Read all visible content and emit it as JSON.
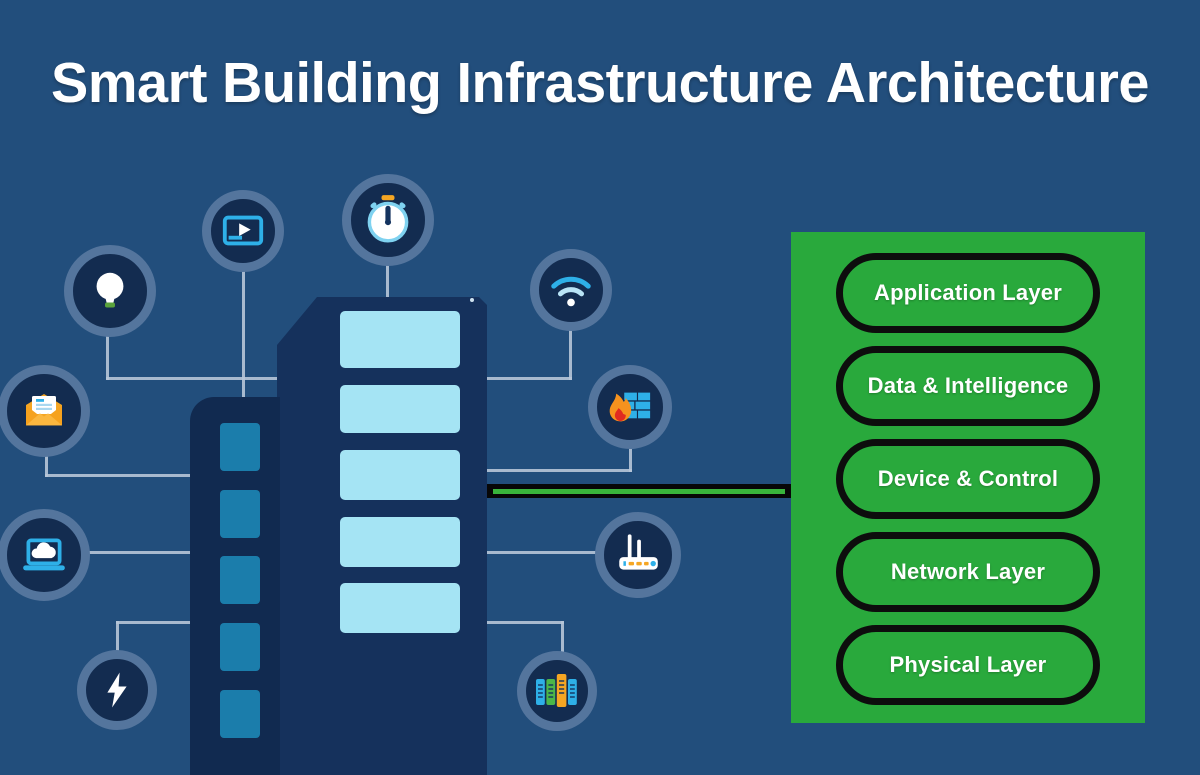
{
  "title": "Smart Building Infrastructure Architecture",
  "panel": {
    "layers": [
      {
        "label": "Application Layer"
      },
      {
        "label": "Data & Intelligence"
      },
      {
        "label": "Device & Control"
      },
      {
        "label": "Network Layer"
      },
      {
        "label": "Physical Layer"
      }
    ]
  },
  "diagram": {
    "nodes": [
      "lightbulb",
      "video-player",
      "stopwatch",
      "wifi",
      "firewall",
      "router",
      "server-rack",
      "mail",
      "laptop-cloud",
      "lightning-bolt"
    ],
    "buildings": [
      "left-tower-teal-windows",
      "main-tower-light-windows"
    ]
  },
  "colors": {
    "background": "#224e7c",
    "building_dark": "#15315c",
    "building_darker": "#112a50",
    "window_light": "#a5e4f4",
    "window_teal": "#1b7dab",
    "node_ring": "#54759d",
    "node_fill": "#132c50",
    "connector": "#b7c6d8",
    "panel_green": "#29a93c",
    "pill_border": "#0d0d0d",
    "bus_black": "#070707",
    "bus_green": "#39b43c",
    "accent_blue": "#2eb0e8",
    "accent_orange": "#f5a623",
    "title_text": "#ffffff"
  }
}
